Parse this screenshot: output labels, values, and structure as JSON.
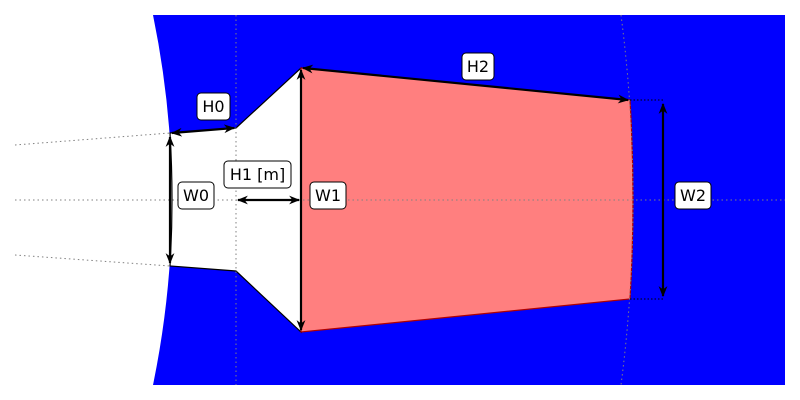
{
  "colors": {
    "outer": "#0000ff",
    "channel": "#ff7f7f",
    "channel_edge": "#b00000",
    "guide": "#808080"
  },
  "labels": {
    "h0": "H0",
    "w0": "W0",
    "h1": "H1 [m]",
    "w1": "W1",
    "h2": "H2",
    "w2": "W2"
  }
}
